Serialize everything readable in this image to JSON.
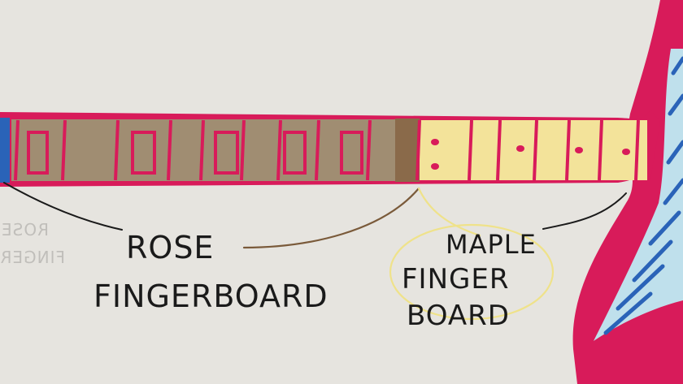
{
  "colors": {
    "paper": "#e6e4df",
    "outline": "#d81b5a",
    "rosewood": "#a08d72",
    "rosewood_dark": "#8a6a4a",
    "maple": "#f3e39a",
    "body_blue": "#2a63b8",
    "body_light": "#bfe0ec",
    "ink": "#1a1a1a",
    "maple_circle": "#efe28a",
    "rose_leader": "#7a5a3a"
  },
  "labels": {
    "rose_line1": "ROSE",
    "rose_line2": "FINGERBOARD",
    "maple_line1": "MAPLE",
    "maple_line2": "FINGER",
    "maple_line3": "BOARD"
  },
  "icons": {
    "fret_marker_rose": "rectangle-inlay",
    "fret_marker_maple": "dot-inlay"
  }
}
